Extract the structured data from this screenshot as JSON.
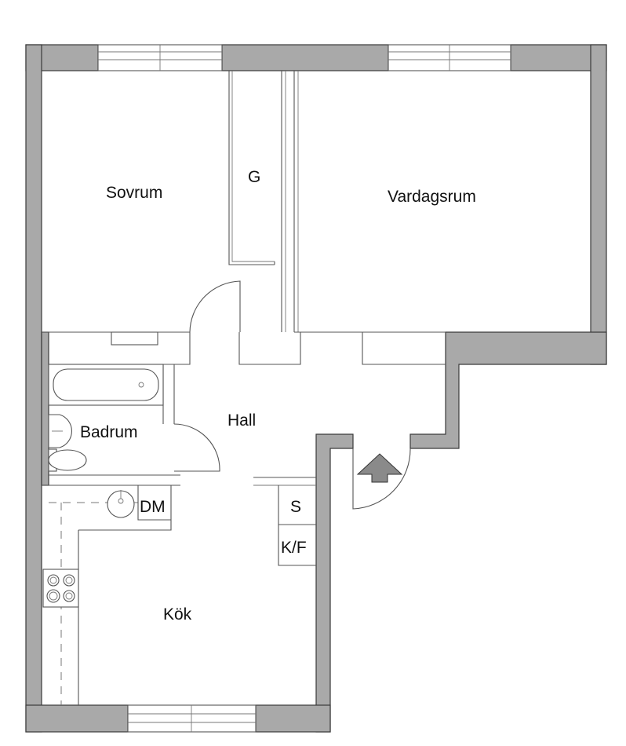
{
  "plan": {
    "rooms": {
      "sovrum": "Sovrum",
      "garderob": "G",
      "vardagsrum": "Vardagsrum",
      "hall": "Hall",
      "badrum": "Badrum",
      "dm": "DM",
      "s": "S",
      "kf": "K/F",
      "kok": "Kök"
    },
    "colors": {
      "wall": "#a9a9a9",
      "line": "#555555",
      "entrance_arrow": "#8a8a8a"
    },
    "icons": [
      "entrance-arrow-icon",
      "stove-icon",
      "sink-icon",
      "toilet-icon",
      "bathtub-icon"
    ]
  }
}
